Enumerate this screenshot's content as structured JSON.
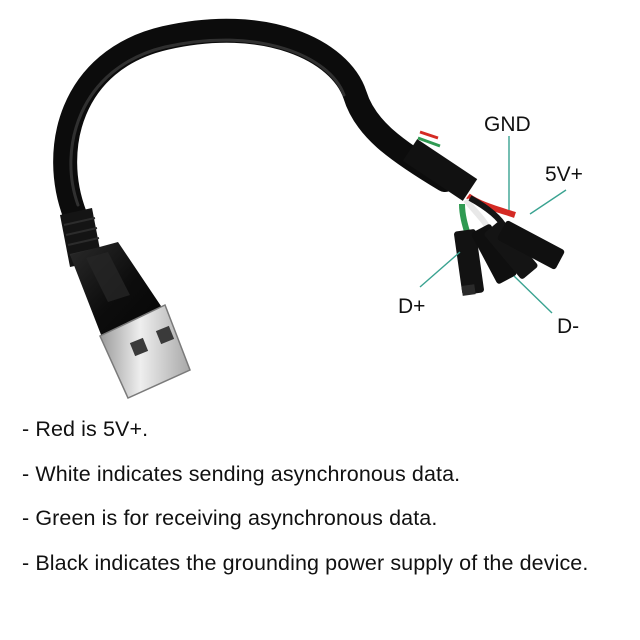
{
  "labels": {
    "gnd": "GND",
    "v5": "5V+",
    "d_plus": "D+",
    "d_minus": "D-"
  },
  "notes": [
    "- Red is 5V+.",
    "- White indicates sending asynchronous data.",
    "- Green is for receiving asynchronous data.",
    "- Black indicates the grounding power supply of the device."
  ],
  "colors": {
    "cable": "#0c0c0c",
    "leader_line": "#3aa391",
    "wire_red": "#d42a24",
    "wire_green": "#2f9a52",
    "wire_white": "#e8e8e8",
    "wire_black": "#151515",
    "usb_metal": "#c9c9c9"
  }
}
